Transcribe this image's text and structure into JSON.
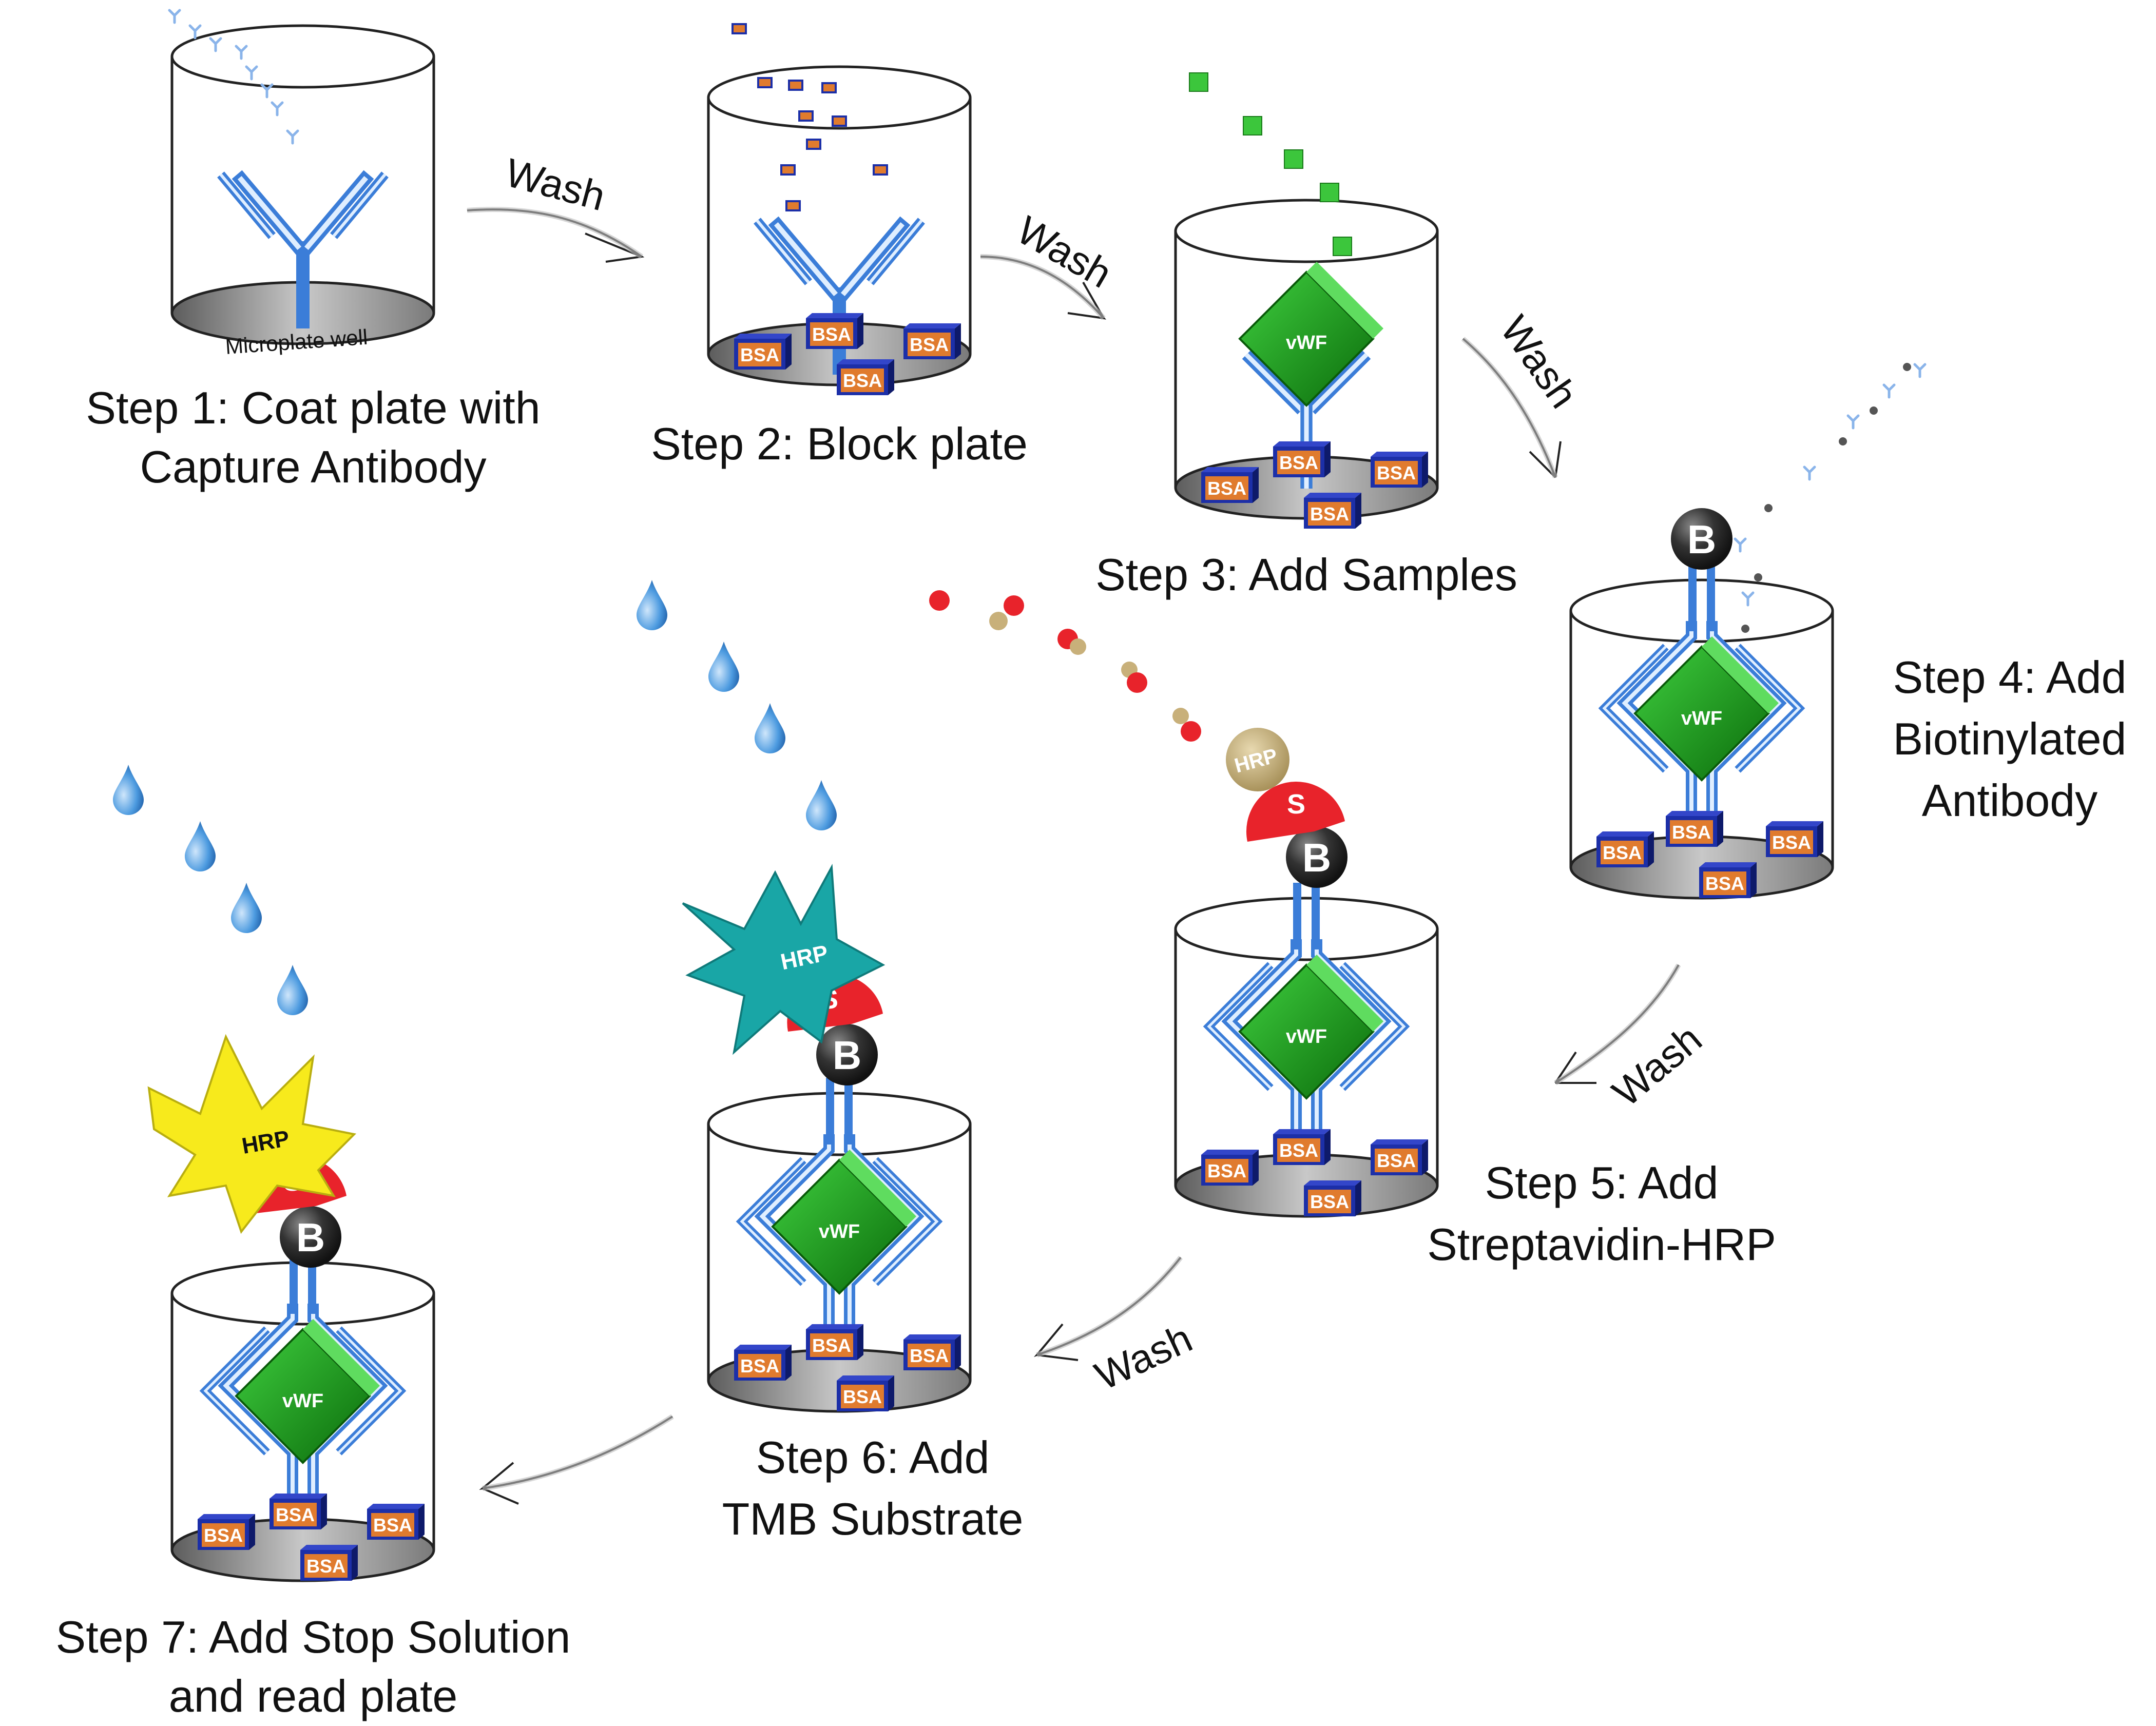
{
  "diagram": {
    "well_label": "Microplate well",
    "wash_label": "Wash",
    "bsa_label": "BSA",
    "vwf_label": "vWF",
    "biotin_label": "B",
    "strep_label": "S",
    "hrp_label": "HRP",
    "colors": {
      "antibody": "#3b7dd8",
      "antibody_light": "#a9c9f2",
      "vwf": "#1f9a1f",
      "bsa_fill": "#e07b2e",
      "bsa_edge": "#1c2fa8",
      "biotin": "#2d2d2d",
      "strep": "#e8232b",
      "hrp_tan": "#c8b07a",
      "hrp_teal": "#19a6a6",
      "hrp_yellow": "#f7ea1c",
      "drop": "#3d8fd9"
    },
    "steps": [
      {
        "label_line1": "Step 1: Coat plate with",
        "label_line2": "Capture Antibody"
      },
      {
        "label_line1": "Step 2: Block plate",
        "label_line2": ""
      },
      {
        "label_line1": "Step 3: Add Samples",
        "label_line2": ""
      },
      {
        "label_line1": "Step 4: Add",
        "label_line2": "Biotinylated",
        "label_line3": "Antibody"
      },
      {
        "label_line1": "Step 5: Add",
        "label_line2": "Streptavidin-HRP"
      },
      {
        "label_line1": "Step 6: Add",
        "label_line2": "TMB Substrate"
      },
      {
        "label_line1": "Step 7: Add Stop Solution",
        "label_line2": "and read plate"
      }
    ]
  }
}
